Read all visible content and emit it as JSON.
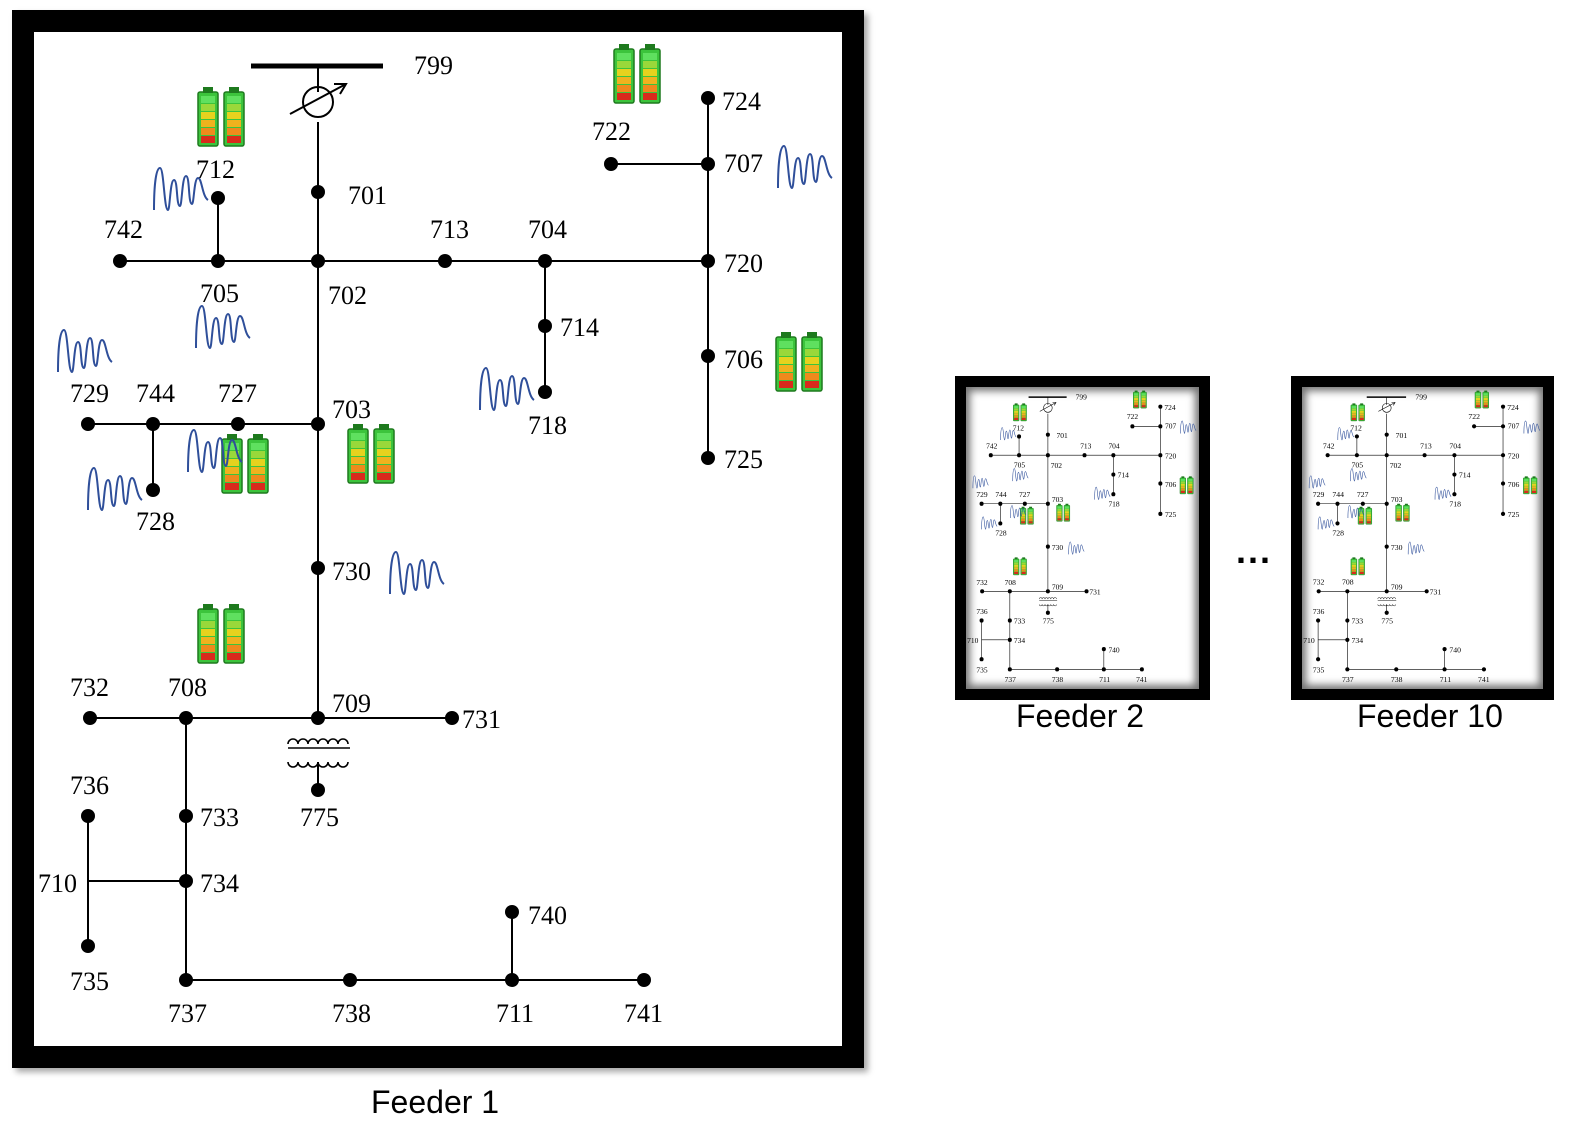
{
  "captions": {
    "feeder1": "Feeder 1",
    "feeder2": "Feeder 2",
    "feeder10": "Feeder 10",
    "ellipsis": "..."
  },
  "colors": {
    "line": "#000000",
    "pv_curve": "#2f4f9a",
    "battery_green": "#3cc43c",
    "battery_yellow": "#e6d21e",
    "battery_orange": "#ef8a1c",
    "battery_red": "#d92a1c"
  },
  "icons": {
    "source": "voltage-regulator-icon",
    "transformer": "transformer-icon",
    "pv": "solar-generation-curve-icon",
    "storage": "battery-storage-icon"
  },
  "nodes": [
    {
      "id": "n799",
      "label": "799"
    },
    {
      "id": "n701",
      "label": "701"
    },
    {
      "id": "n712",
      "label": "712"
    },
    {
      "id": "n742",
      "label": "742"
    },
    {
      "id": "n705",
      "label": "705"
    },
    {
      "id": "n702",
      "label": "702"
    },
    {
      "id": "n713",
      "label": "713"
    },
    {
      "id": "n704",
      "label": "704"
    },
    {
      "id": "n720",
      "label": "720"
    },
    {
      "id": "n724",
      "label": "724"
    },
    {
      "id": "n722",
      "label": "722"
    },
    {
      "id": "n707",
      "label": "707"
    },
    {
      "id": "n714",
      "label": "714"
    },
    {
      "id": "n718",
      "label": "718"
    },
    {
      "id": "n706",
      "label": "706"
    },
    {
      "id": "n725",
      "label": "725"
    },
    {
      "id": "n729",
      "label": "729"
    },
    {
      "id": "n744",
      "label": "744"
    },
    {
      "id": "n727",
      "label": "727"
    },
    {
      "id": "n703",
      "label": "703"
    },
    {
      "id": "n728",
      "label": "728"
    },
    {
      "id": "n730",
      "label": "730"
    },
    {
      "id": "n732",
      "label": "732"
    },
    {
      "id": "n708",
      "label": "708"
    },
    {
      "id": "n709",
      "label": "709"
    },
    {
      "id": "n731",
      "label": "731"
    },
    {
      "id": "n775",
      "label": "775"
    },
    {
      "id": "n736",
      "label": "736"
    },
    {
      "id": "n733",
      "label": "733"
    },
    {
      "id": "n710",
      "label": "710"
    },
    {
      "id": "n734",
      "label": "734"
    },
    {
      "id": "n735",
      "label": "735"
    },
    {
      "id": "n740",
      "label": "740"
    },
    {
      "id": "n737",
      "label": "737"
    },
    {
      "id": "n738",
      "label": "738"
    },
    {
      "id": "n711",
      "label": "711"
    },
    {
      "id": "n741",
      "label": "741"
    }
  ]
}
